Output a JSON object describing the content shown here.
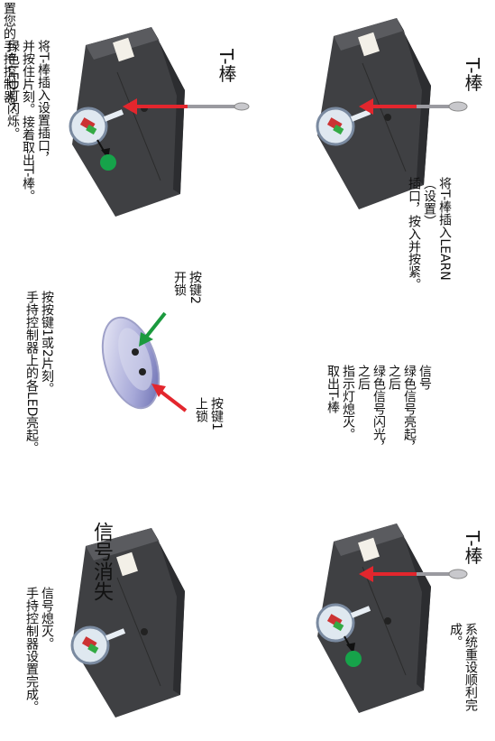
{
  "page_title": "置您的手持控制器？",
  "labels": {
    "tbar_1": "T-棒",
    "tbar_2": "T-棒",
    "tbar_3": "T-棒",
    "signal_gone": "信号消失"
  },
  "steps": {
    "insert_learn": "将T-棒插入LEARN\n（设置）\n插口，按入并按紧。",
    "signal_on": "信号\n绿色信号亮起，\n之后\n绿色信号闪光，\n之后\n指示灯熄灭。\n取出T-棒",
    "success": "系统重设顺利完\n成。",
    "insert_setting": "将T-棒插入设置插口，\n并按住片刻。接着取出T-棒。\n绿色LED灯闪烁。",
    "press_buttons": "按按键1或2片刻。\n手持控制器上的各LED亮起。",
    "finished": "信号熄灭。\n手持控制器设置完成。"
  },
  "remote": {
    "button1_label": "按键1\n上锁",
    "button2_label": "按键2\n开锁"
  },
  "colors": {
    "arrow_red": "#e3262d",
    "arrow_green": "#1b9a3e",
    "led_green": "#16a34a",
    "module_dark": "#3f4043"
  }
}
